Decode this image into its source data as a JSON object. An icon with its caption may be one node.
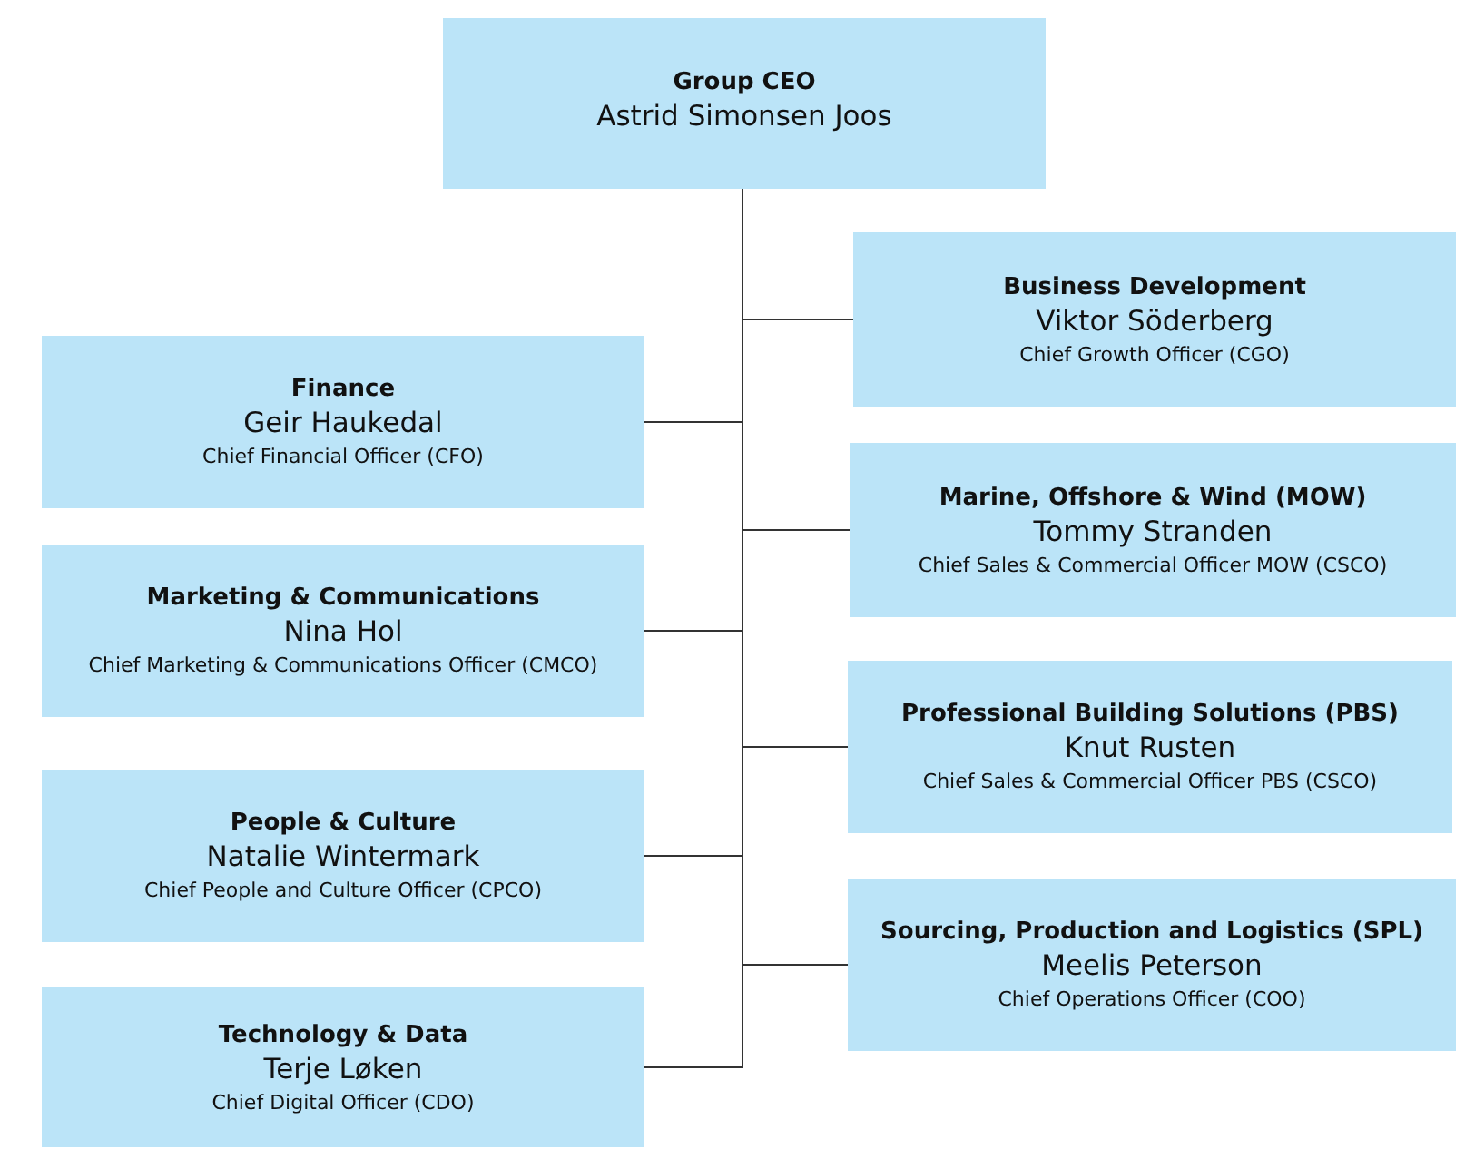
{
  "diagram": {
    "nodes": [
      {
        "text": [
          "Group CEO",
          "Astrid Simonsen Joos"
        ]
      },
      {
        "text": [
          "Business Development",
          "Viktor Söderberg",
          "Chief Growth Officer (CGO)"
        ]
      },
      {
        "text": [
          "Finance",
          "Geir Haukedal",
          "Chief Financial Officer (CFO)"
        ]
      },
      {
        "text": [
          "Marine, Offshore & Wind (MOW)",
          "Tommy Stranden",
          "Chief Sales & Commercial Officer MOW (CSCO)"
        ]
      },
      {
        "text": [
          "Marketing & Communications",
          "Nina Hol",
          "Chief Marketing & Communications Officer (CMCO)"
        ]
      },
      {
        "text": [
          "Professional Building Solutions (PBS)",
          "Knut Rusten",
          "Chief Sales & Commercial Officer PBS (CSCO)"
        ]
      },
      {
        "text": [
          "People & Culture",
          "Natalie Wintermark",
          "Chief People and Culture Officer (CPCO)"
        ]
      },
      {
        "text": [
          "Sourcing, Production and Logistics (SPL)",
          "Meelis Peterson",
          "Chief Operations Officer (COO)"
        ]
      },
      {
        "text": [
          "Technology & Data",
          "Terje Løken",
          "Chief Digital Officer (CDO)"
        ]
      }
    ],
    "edges": [
      {
        "from": 0,
        "to": 1,
        "arrow": "none"
      },
      {
        "from": 0,
        "to": 2,
        "arrow": "none"
      },
      {
        "from": 0,
        "to": 3,
        "arrow": "none"
      },
      {
        "from": 0,
        "to": 4,
        "arrow": "none"
      },
      {
        "from": 0,
        "to": 5,
        "arrow": "none"
      },
      {
        "from": 0,
        "to": 6,
        "arrow": "none"
      },
      {
        "from": 0,
        "to": 7,
        "arrow": "none"
      },
      {
        "from": 0,
        "to": 8,
        "arrow": "none"
      }
    ]
  }
}
